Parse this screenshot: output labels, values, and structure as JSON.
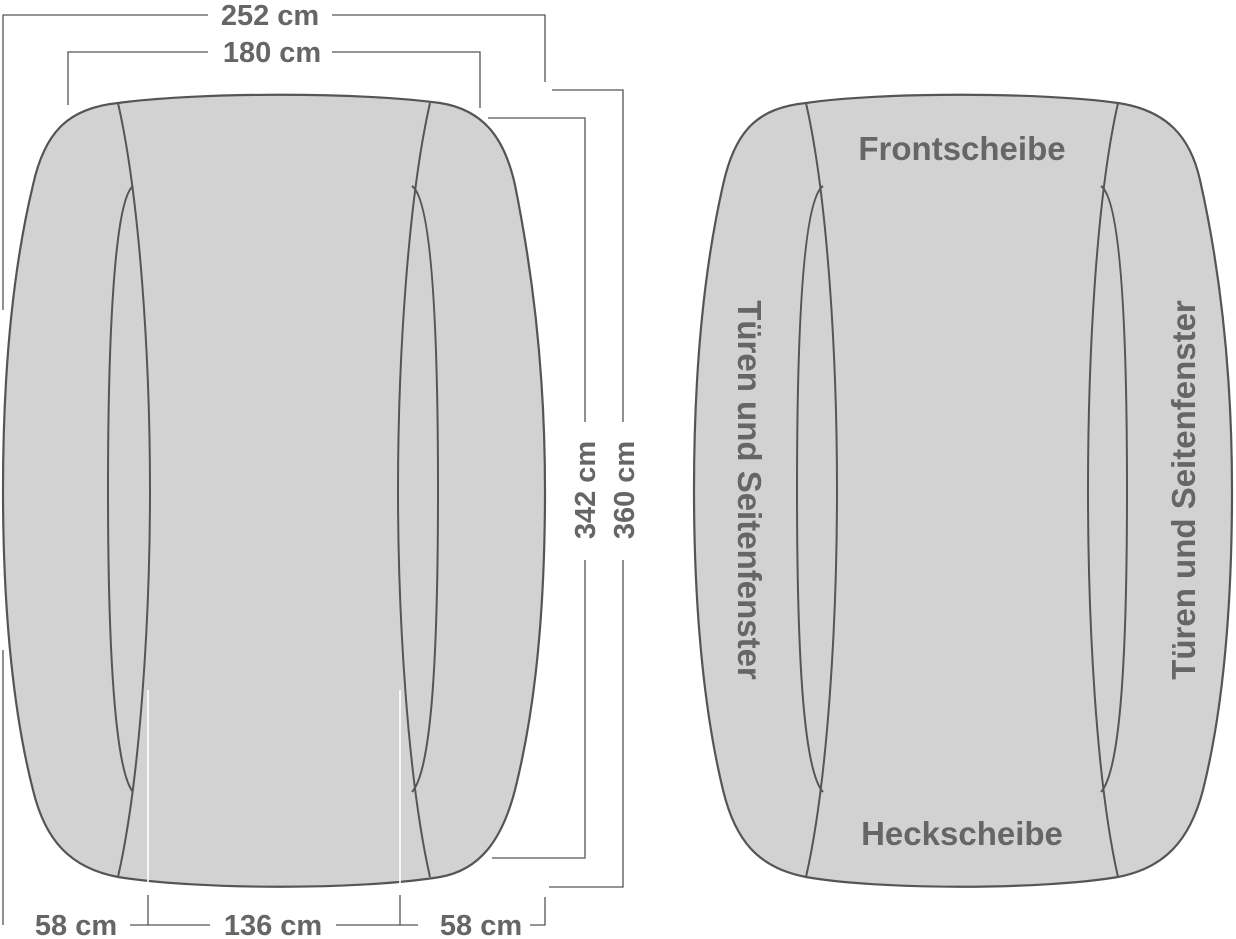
{
  "dimensions": {
    "total_width": "252 cm",
    "inner_width": "180 cm",
    "inner_length": "342 cm",
    "total_length": "360 cm",
    "side_left": "58 cm",
    "center": "136 cm",
    "side_right": "58 cm"
  },
  "zones": {
    "front": "Frontscheibe",
    "rear": "Heckscheibe",
    "left_side": "Türen und Seitenfenster",
    "right_side": "Türen und Seitenfenster"
  },
  "colors": {
    "cover_fill": "#d2d2d2",
    "outline": "#555555",
    "text": "#666666",
    "background": "#ffffff"
  }
}
